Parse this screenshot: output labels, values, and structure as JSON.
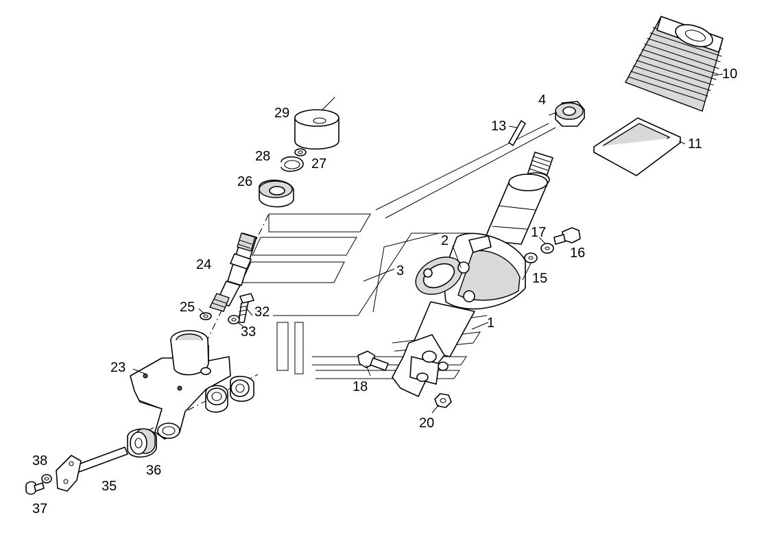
{
  "diagram": {
    "kind": "exploded parts view",
    "colors": {
      "line": "#000000",
      "background": "#ffffff",
      "shading": "#d9d9d9"
    },
    "callouts": {
      "c1": "1",
      "c2": "2",
      "c3": "3",
      "c4": "4",
      "c10": "10",
      "c11": "11",
      "c13": "13",
      "c15": "15",
      "c16": "16",
      "c17": "17",
      "c18": "18",
      "c20": "20",
      "c23": "23",
      "c24": "24",
      "c25": "25",
      "c26": "26",
      "c27": "27",
      "c28": "28",
      "c29": "29",
      "c32": "32",
      "c33": "33",
      "c35": "35",
      "c36": "36",
      "c37": "37",
      "c38": "38"
    }
  }
}
